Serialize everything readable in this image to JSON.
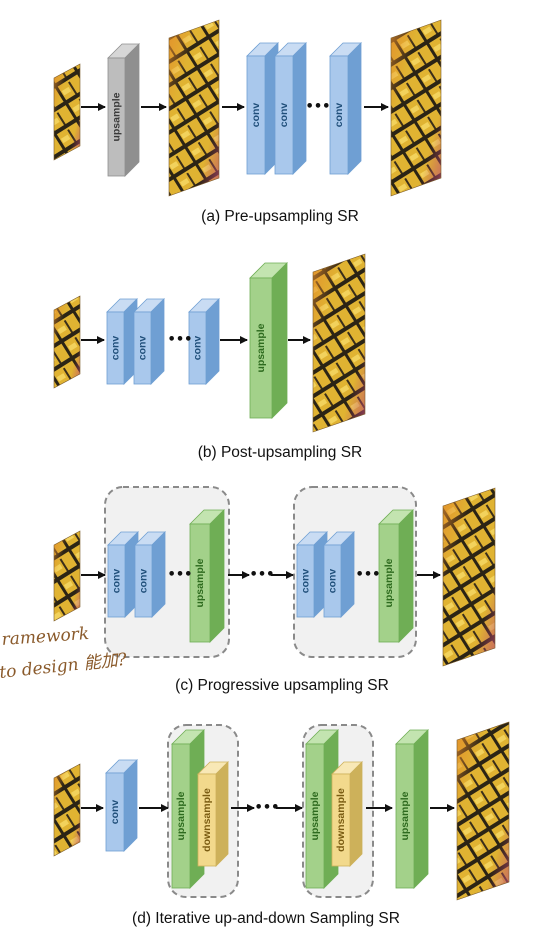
{
  "colors": {
    "conv_front": "#a9c8ec",
    "conv_side": "#6f9fd3",
    "conv_top": "#c9dcf3",
    "conv_text": "#1f4e79",
    "up_front": "#a3d18a",
    "up_side": "#6fae55",
    "up_top": "#c3e4b0",
    "up_text": "#2e6b1f",
    "down_front": "#f2d98c",
    "down_side": "#cdb15a",
    "down_top": "#f8e8b6",
    "down_text": "#7a5c12",
    "gray_front": "#bdbdbd",
    "gray_side": "#8f8f8f",
    "gray_top": "#d6d6d6",
    "gray_text": "#3a3a3a",
    "group_bg": "#f1f1f1",
    "group_border": "#8a8a8a"
  },
  "captions": {
    "a": "(a) Pre-upsampling SR",
    "b": "(b) Post-upsampling SR",
    "c": "(c) Progressive upsampling SR",
    "d": "(d) Iterative up-and-down Sampling SR"
  },
  "block_labels": {
    "conv": "conv",
    "upsample": "upsample",
    "downsample": "downsample"
  },
  "ellipsis": "•••",
  "handwriting": {
    "line1": "ramework",
    "line2": "to design 能加?"
  },
  "image_icon": "butterfly-image-icon"
}
